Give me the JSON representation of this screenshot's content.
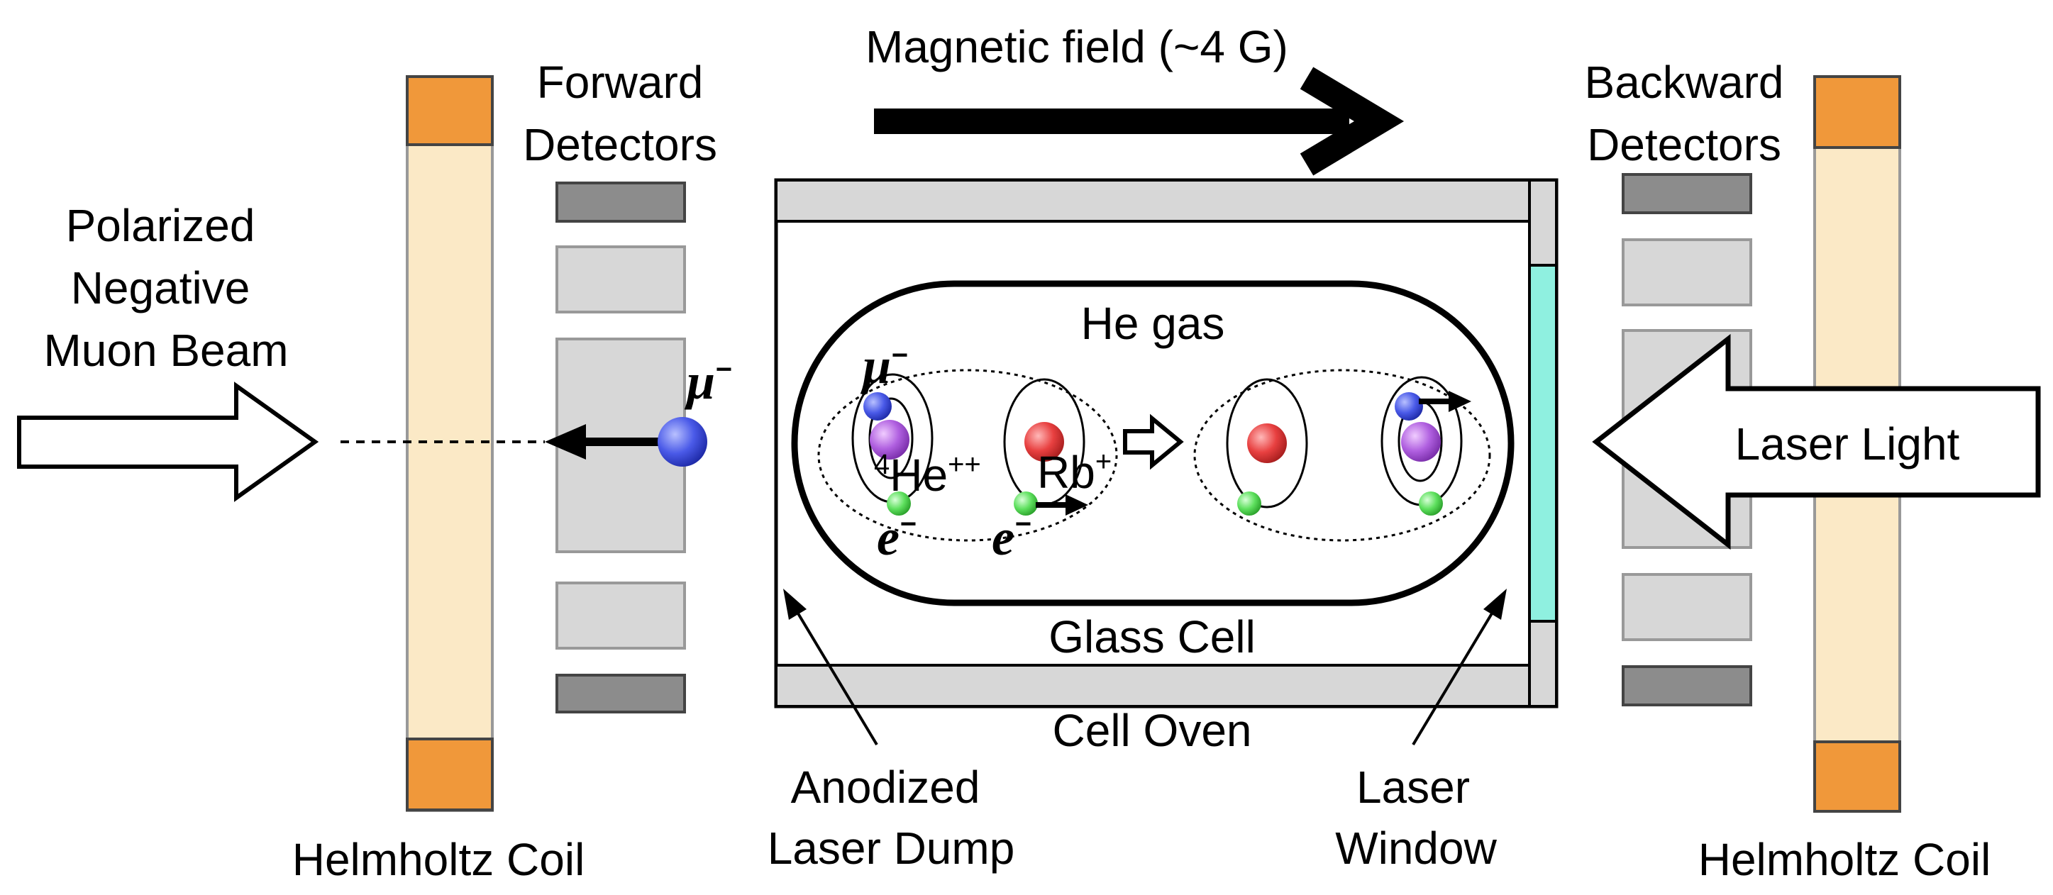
{
  "labels": {
    "magnetic_field": "Magnetic field (~4 G)",
    "forward_detectors": [
      "Forward",
      "Detectors"
    ],
    "backward_detectors": [
      "Backward",
      "Detectors"
    ],
    "beam": [
      "Polarized",
      "Negative",
      "Muon Beam"
    ],
    "muon_symbol": "μ",
    "muon_charge": "−",
    "he_gas": "He gas",
    "he_mass_number": "4",
    "he_ion": "He",
    "he_charge": "++",
    "rb_ion": "Rb",
    "rb_charge": "+",
    "electron_symbol": "e",
    "electron_charge": "−",
    "laser_light": "Laser Light",
    "glass_cell": "Glass Cell",
    "cell_oven": "Cell Oven",
    "laser_dump": [
      "Anodized",
      "Laser Dump"
    ],
    "laser_window": [
      "Laser",
      "Window"
    ],
    "helmholtz_left": "Helmholtz Coil",
    "helmholtz_right": "Helmholtz Coil"
  },
  "colors": {
    "coil_end": "#f0983a",
    "coil_body": "#fbe9c6",
    "detector_dark": "#8c8c8c",
    "detector_light": "#d7d7d7",
    "oven_gray": "#d7d7d7",
    "laser_window": "#8ff0e0",
    "muon_blue": "#4a5ae8",
    "nucleus_purple": "#b060e0",
    "rb_red": "#e84040",
    "electron_green": "#5ee05e"
  }
}
